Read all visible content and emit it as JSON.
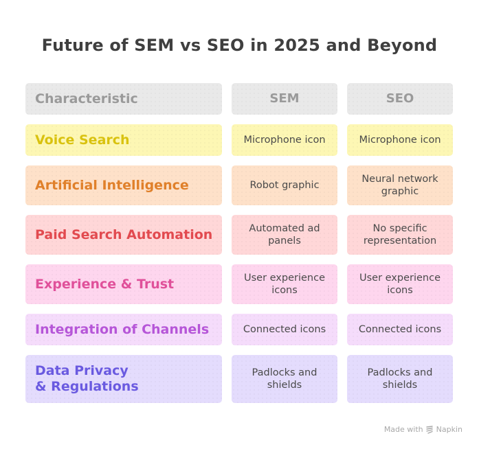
{
  "title": "Future of SEM vs SEO in 2025 and Beyond",
  "table": {
    "headers": [
      "Characteristic",
      "SEM",
      "SEO"
    ],
    "rows": [
      {
        "characteristic": "Voice Search",
        "sem": "Microphone icon",
        "seo": "Microphone icon",
        "color": "#d9c20f"
      },
      {
        "characteristic": "Artificial Intelligence",
        "sem": "Robot graphic",
        "seo": "Neural network graphic",
        "color": "#e0802a"
      },
      {
        "characteristic": "Paid Search Automation",
        "sem": "Automated ad panels",
        "seo": "No specific representation",
        "color": "#e24a4f"
      },
      {
        "characteristic": "Experience & Trust",
        "sem": "User experience icons",
        "seo": "User experience icons",
        "color": "#e0509a"
      },
      {
        "characteristic": "Integration of Channels",
        "sem": "Connected icons",
        "seo": "Connected icons",
        "color": "#b656d8"
      },
      {
        "characteristic": "Data Privacy & Regulations",
        "sem": "Padlocks and shields",
        "seo": "Padlocks and shields",
        "color": "#6a5ae0"
      }
    ]
  },
  "footer": {
    "made_with": "Made with",
    "brand": "Napkin"
  }
}
